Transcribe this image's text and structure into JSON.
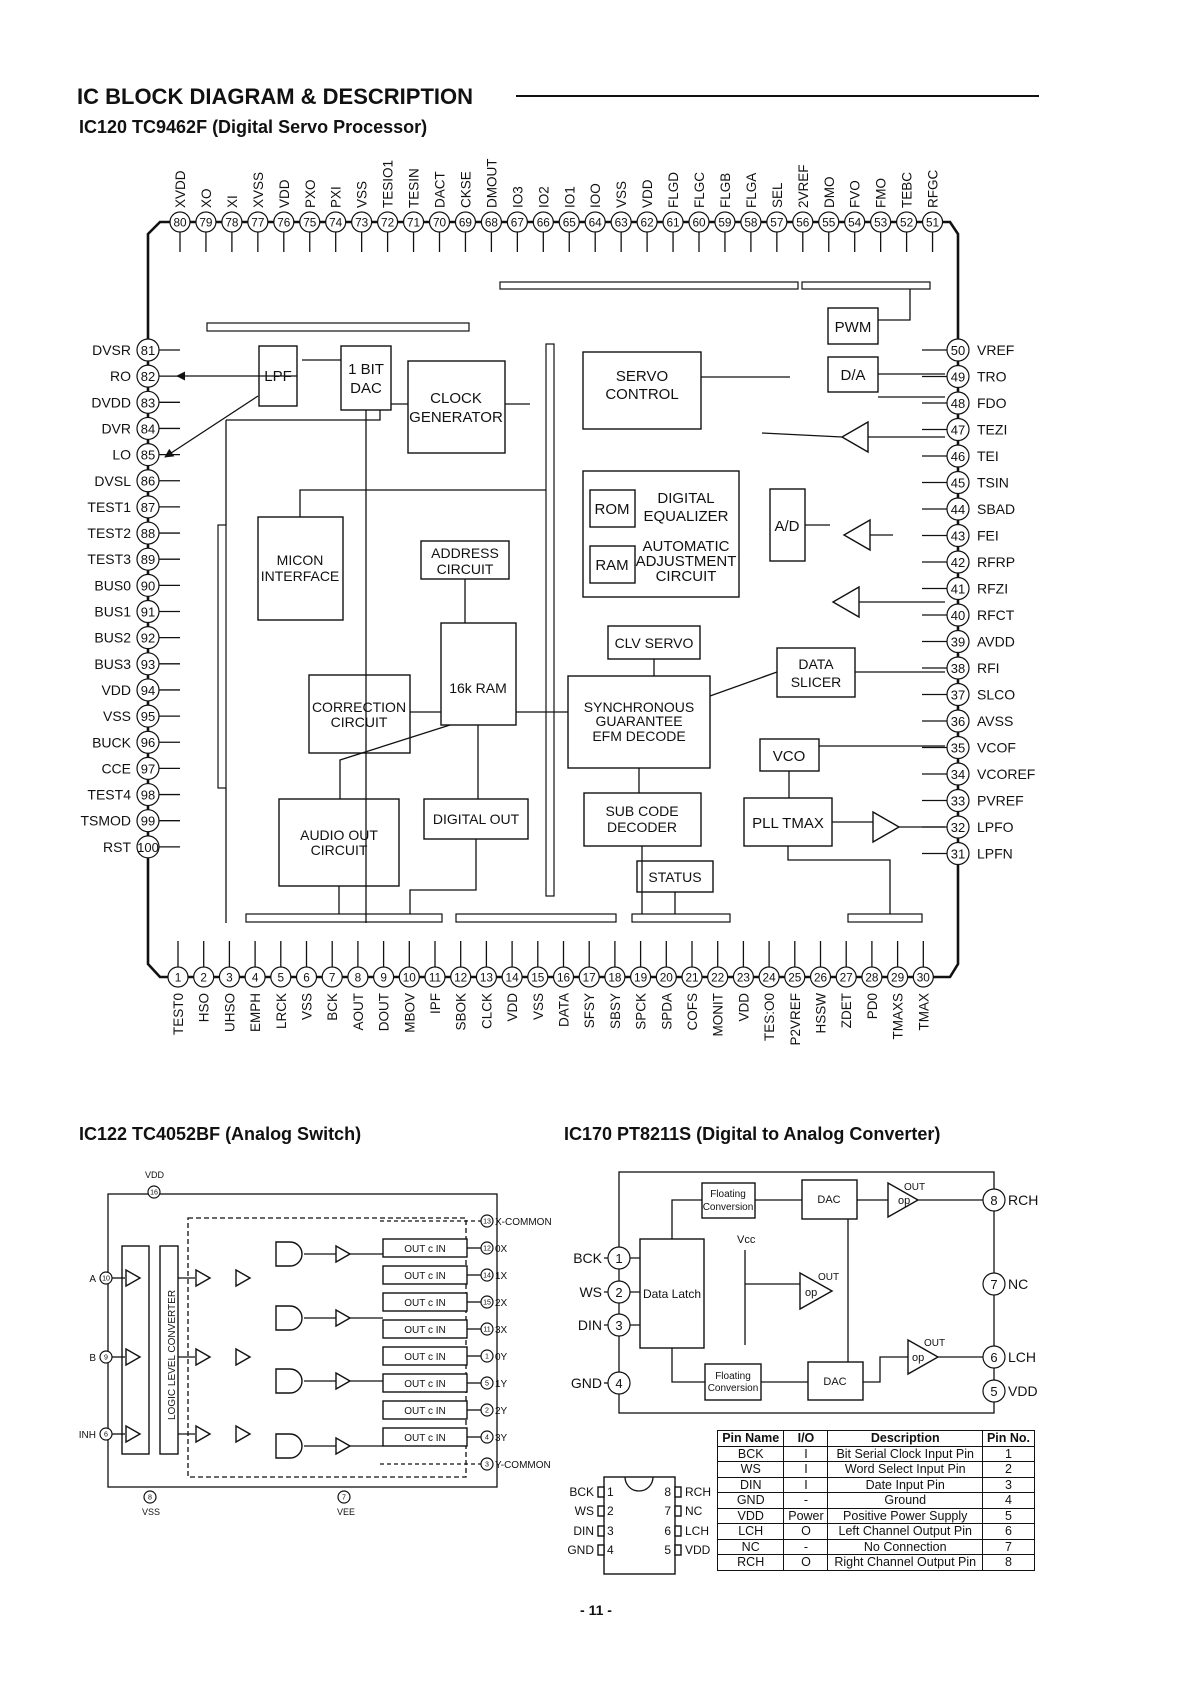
{
  "heading": "IC  BLOCK  DIAGRAM & DESCRIPTION",
  "ic120": {
    "title": "IC120  TC9462F  (Digital Servo Processor)",
    "top_pins": [
      {
        "num": "80",
        "name": "XVDD"
      },
      {
        "num": "79",
        "name": "XO"
      },
      {
        "num": "78",
        "name": "XI"
      },
      {
        "num": "77",
        "name": "XVSS"
      },
      {
        "num": "76",
        "name": "VDD"
      },
      {
        "num": "75",
        "name": "PXO"
      },
      {
        "num": "74",
        "name": "PXI"
      },
      {
        "num": "73",
        "name": "VSS"
      },
      {
        "num": "72",
        "name": "TESIO1"
      },
      {
        "num": "71",
        "name": "TESIN"
      },
      {
        "num": "70",
        "name": "DACT"
      },
      {
        "num": "69",
        "name": "CKSE"
      },
      {
        "num": "68",
        "name": "DMOUT"
      },
      {
        "num": "67",
        "name": "IO3"
      },
      {
        "num": "66",
        "name": "IO2"
      },
      {
        "num": "65",
        "name": "IO1"
      },
      {
        "num": "64",
        "name": "IOO"
      },
      {
        "num": "63",
        "name": "VSS"
      },
      {
        "num": "62",
        "name": "VDD"
      },
      {
        "num": "61",
        "name": "FLGD"
      },
      {
        "num": "60",
        "name": "FLGC"
      },
      {
        "num": "59",
        "name": "FLGB"
      },
      {
        "num": "58",
        "name": "FLGA"
      },
      {
        "num": "57",
        "name": "SEL"
      },
      {
        "num": "56",
        "name": "2VREF"
      },
      {
        "num": "55",
        "name": "DMO"
      },
      {
        "num": "54",
        "name": "FVO"
      },
      {
        "num": "53",
        "name": "FMO"
      },
      {
        "num": "52",
        "name": "TEBC"
      },
      {
        "num": "51",
        "name": "RFGC"
      }
    ],
    "bottom_pins": [
      {
        "num": "1",
        "name": "TEST0"
      },
      {
        "num": "2",
        "name": "HSO"
      },
      {
        "num": "3",
        "name": "UHSO"
      },
      {
        "num": "4",
        "name": "EMPH"
      },
      {
        "num": "5",
        "name": "LRCK"
      },
      {
        "num": "6",
        "name": "VSS"
      },
      {
        "num": "7",
        "name": "BCK"
      },
      {
        "num": "8",
        "name": "AOUT"
      },
      {
        "num": "9",
        "name": "DOUT"
      },
      {
        "num": "10",
        "name": "MBOV"
      },
      {
        "num": "11",
        "name": "IPF"
      },
      {
        "num": "12",
        "name": "SBOK"
      },
      {
        "num": "13",
        "name": "CLCK"
      },
      {
        "num": "14",
        "name": "VDD"
      },
      {
        "num": "15",
        "name": "VSS"
      },
      {
        "num": "16",
        "name": "DATA"
      },
      {
        "num": "17",
        "name": "SFSY"
      },
      {
        "num": "18",
        "name": "SBSY"
      },
      {
        "num": "19",
        "name": "SPCK"
      },
      {
        "num": "20",
        "name": "SPDA"
      },
      {
        "num": "21",
        "name": "COFS"
      },
      {
        "num": "22",
        "name": "MONIT"
      },
      {
        "num": "23",
        "name": "VDD"
      },
      {
        "num": "24",
        "name": "TES:O0"
      },
      {
        "num": "25",
        "name": "P2VREF"
      },
      {
        "num": "26",
        "name": "HSSW"
      },
      {
        "num": "27",
        "name": "ZDET"
      },
      {
        "num": "28",
        "name": "PD0"
      },
      {
        "num": "29",
        "name": "TMAXS"
      },
      {
        "num": "30",
        "name": "TMAX"
      }
    ],
    "left_pins": [
      {
        "num": "81",
        "name": "DVSR"
      },
      {
        "num": "82",
        "name": "RO"
      },
      {
        "num": "83",
        "name": "DVDD"
      },
      {
        "num": "84",
        "name": "DVR"
      },
      {
        "num": "85",
        "name": "LO"
      },
      {
        "num": "86",
        "name": "DVSL"
      },
      {
        "num": "87",
        "name": "TEST1"
      },
      {
        "num": "88",
        "name": "TEST2"
      },
      {
        "num": "89",
        "name": "TEST3"
      },
      {
        "num": "90",
        "name": "BUS0"
      },
      {
        "num": "91",
        "name": "BUS1"
      },
      {
        "num": "92",
        "name": "BUS2"
      },
      {
        "num": "93",
        "name": "BUS3"
      },
      {
        "num": "94",
        "name": "VDD"
      },
      {
        "num": "95",
        "name": "VSS"
      },
      {
        "num": "96",
        "name": "BUCK"
      },
      {
        "num": "97",
        "name": "CCE"
      },
      {
        "num": "98",
        "name": "TEST4"
      },
      {
        "num": "99",
        "name": "TSMOD"
      },
      {
        "num": "100",
        "name": "RST"
      }
    ],
    "right_pins": [
      {
        "num": "50",
        "name": "VREF"
      },
      {
        "num": "49",
        "name": "TRO"
      },
      {
        "num": "48",
        "name": "FDO"
      },
      {
        "num": "47",
        "name": "TEZI"
      },
      {
        "num": "46",
        "name": "TEI"
      },
      {
        "num": "45",
        "name": "TSIN"
      },
      {
        "num": "44",
        "name": "SBAD"
      },
      {
        "num": "43",
        "name": "FEI"
      },
      {
        "num": "42",
        "name": "RFRP"
      },
      {
        "num": "41",
        "name": "RFZI"
      },
      {
        "num": "40",
        "name": "RFCT"
      },
      {
        "num": "39",
        "name": "AVDD"
      },
      {
        "num": "38",
        "name": "RFI"
      },
      {
        "num": "37",
        "name": "SLCO"
      },
      {
        "num": "36",
        "name": "AVSS"
      },
      {
        "num": "35",
        "name": "VCOF"
      },
      {
        "num": "34",
        "name": "VCOREF"
      },
      {
        "num": "33",
        "name": "PVREF"
      },
      {
        "num": "32",
        "name": "LPFO"
      },
      {
        "num": "31",
        "name": "LPFN"
      }
    ],
    "blocks": {
      "lpf": "LPF",
      "dac1": "1 BIT",
      "dac2": "DAC",
      "clock1": "CLOCK",
      "clock2": "GENERATOR",
      "servo1": "SERVO",
      "servo2": "CONTROL",
      "pwm": "PWM",
      "da": "D/A",
      "rom": "ROM",
      "ram": "RAM",
      "deq1": "DIGITAL",
      "deq2": "EQUALIZER",
      "aac1": "AUTOMATIC",
      "aac2": "ADJUSTMENT",
      "aac3": "CIRCUIT",
      "ad": "A/D",
      "micon1": "MICON",
      "micon2": "INTERFACE",
      "addr1": "ADDRESS",
      "addr2": "CIRCUIT",
      "ram16k": "16k RAM",
      "clv": "CLV SERVO",
      "slicer1": "DATA",
      "slicer2": "SLICER",
      "corr1": "CORRECTION",
      "corr2": "CIRCUIT",
      "sync1": "SYNCHRONOUS",
      "sync2": "GUARANTEE",
      "sync3": "EFM DECODE",
      "vco": "VCO",
      "pll": "PLL TMAX",
      "sub1": "SUB CODE",
      "sub2": "DECODER",
      "audio1": "AUDIO OUT",
      "audio2": "CIRCUIT",
      "digout": "DIGITAL OUT",
      "status": "STATUS"
    }
  },
  "ic122": {
    "title": "IC122  TC4052BF  (Analog Switch)",
    "vdd_label": "VDD",
    "vss_label": "VSS",
    "vee_label": "VEE",
    "converter_label": "LOGIC LEVEL CONVERTER",
    "inputs": [
      {
        "num": "10",
        "name": "A"
      },
      {
        "num": "9",
        "name": "B"
      },
      {
        "num": "6",
        "name": "INH"
      }
    ],
    "top_pins": [
      {
        "num": "16"
      }
    ],
    "bottom_pins": [
      {
        "num": "8"
      },
      {
        "num": "7"
      }
    ],
    "switch_label": "OUT  c  IN",
    "outputs": [
      {
        "num": "13",
        "name": "X-COMMON"
      },
      {
        "num": "12",
        "name": "0X"
      },
      {
        "num": "14",
        "name": "1X"
      },
      {
        "num": "15",
        "name": "2X"
      },
      {
        "num": "11",
        "name": "3X"
      },
      {
        "num": "1",
        "name": "0Y"
      },
      {
        "num": "5",
        "name": "1Y"
      },
      {
        "num": "2",
        "name": "2Y"
      },
      {
        "num": "4",
        "name": "3Y"
      },
      {
        "num": "3",
        "name": "Y-COMMON"
      }
    ]
  },
  "ic170": {
    "title": "IC170  PT8211S  (Digital to Analog Converter)",
    "left_pins": [
      {
        "num": "1",
        "name": "BCK"
      },
      {
        "num": "2",
        "name": "WS"
      },
      {
        "num": "3",
        "name": "DIN"
      },
      {
        "num": "4",
        "name": "GND"
      }
    ],
    "right_pins": [
      {
        "num": "8",
        "name": "RCH"
      },
      {
        "num": "7",
        "name": "NC"
      },
      {
        "num": "6",
        "name": "LCH"
      },
      {
        "num": "5",
        "name": "VDD"
      }
    ],
    "data_latch": "Data Latch",
    "floating1": "Floating",
    "floating2": "Conversion",
    "dac": "DAC",
    "op": "op",
    "out": "OUT",
    "vcc": "Vcc",
    "package_left": [
      {
        "num": "1",
        "name": "BCK"
      },
      {
        "num": "2",
        "name": "WS"
      },
      {
        "num": "3",
        "name": "DIN"
      },
      {
        "num": "4",
        "name": "GND"
      }
    ],
    "package_right": [
      {
        "num": "8",
        "name": "RCH"
      },
      {
        "num": "7",
        "name": "NC"
      },
      {
        "num": "6",
        "name": "LCH"
      },
      {
        "num": "5",
        "name": "VDD"
      }
    ],
    "table": {
      "headers": [
        "Pin Name",
        "I/O",
        "Description",
        "Pin No."
      ],
      "rows": [
        [
          "BCK",
          "I",
          "Bit Serial Clock Input Pin",
          "1"
        ],
        [
          "WS",
          "I",
          "Word Select Input Pin",
          "2"
        ],
        [
          "DIN",
          "I",
          "Date Input Pin",
          "3"
        ],
        [
          "GND",
          "-",
          "Ground",
          "4"
        ],
        [
          "VDD",
          "Power",
          "Positive Power Supply",
          "5"
        ],
        [
          "LCH",
          "O",
          "Left Channel Output Pin",
          "6"
        ],
        [
          "NC",
          "-",
          "No Connection",
          "7"
        ],
        [
          "RCH",
          "O",
          "Right Channel Output Pin",
          "8"
        ]
      ]
    }
  },
  "page_number": "- 11 -"
}
